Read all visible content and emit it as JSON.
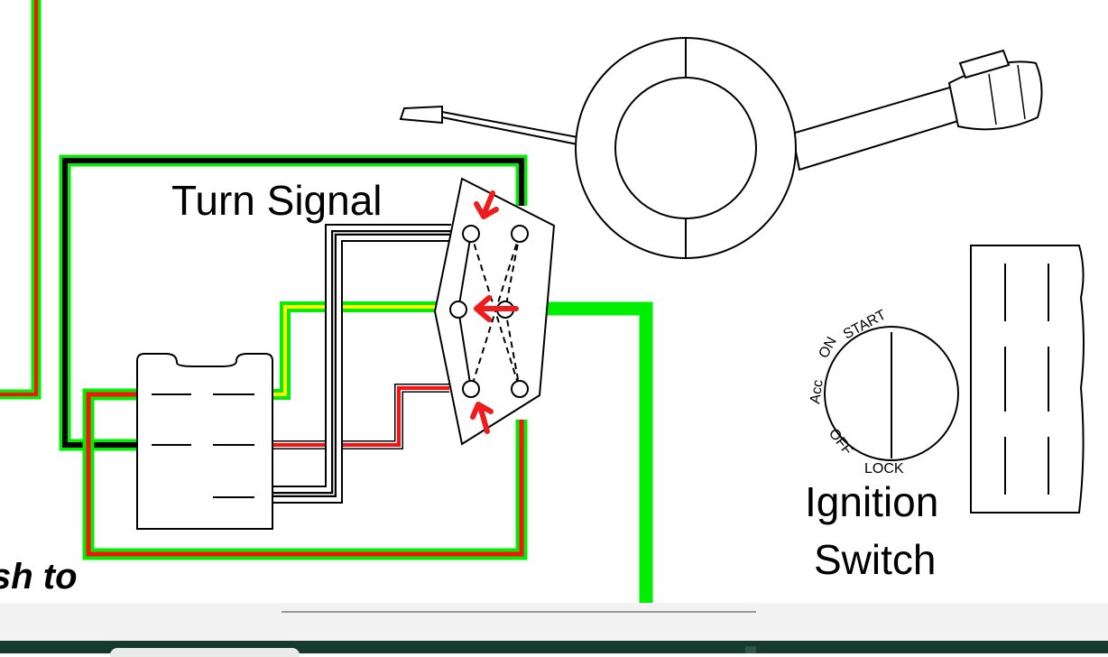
{
  "diagram": {
    "turn_signal_label": "Turn Signal",
    "partial_text": "sh to",
    "ignition": {
      "title_line1": "Ignition",
      "title_line2": "Switch",
      "positions": {
        "start": "START",
        "on": "ON",
        "acc": "Acc",
        "off": "OFF",
        "lock": "LOCK"
      }
    },
    "wire_colors": {
      "green": "#00ee00",
      "red": "#ff1010",
      "black": "#000000",
      "yellow": "#ffff00",
      "arrow": "#ee1c1c"
    }
  }
}
